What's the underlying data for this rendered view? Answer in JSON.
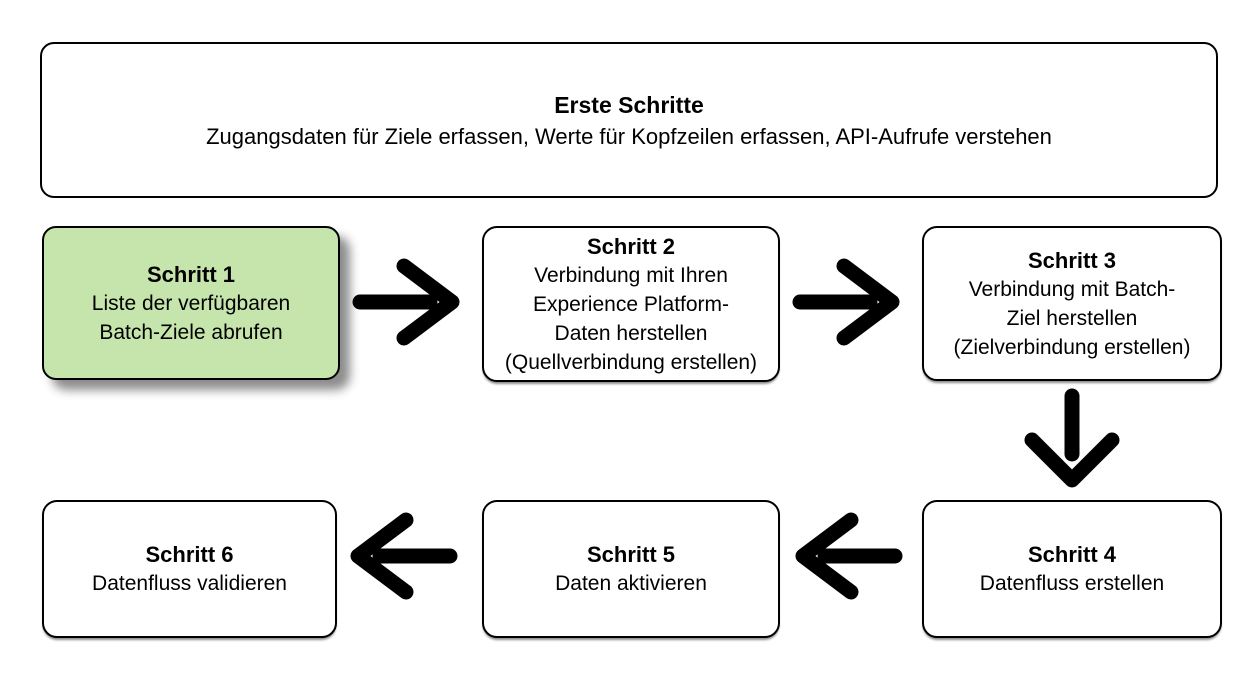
{
  "colors": {
    "highlight_green": "#c6e5ac",
    "box_border": "#000000",
    "arrow": "#000000",
    "background": "#ffffff"
  },
  "header_box": {
    "title": "Erste Schritte",
    "subtitle": "Zugangsdaten für Ziele erfassen, Werte für Kopfzeilen erfassen, API-Aufrufe verstehen"
  },
  "steps": [
    {
      "title": "Schritt 1",
      "highlighted": true,
      "lines": [
        "Liste der verfügbaren",
        "Batch-Ziele abrufen"
      ]
    },
    {
      "title": "Schritt 2",
      "highlighted": false,
      "lines": [
        "Verbindung mit Ihren",
        "Experience Platform-",
        "Daten herstellen",
        "(Quellverbindung erstellen)"
      ]
    },
    {
      "title": "Schritt 3",
      "highlighted": false,
      "lines": [
        "Verbindung mit Batch-",
        "Ziel herstellen",
        "(Zielverbindung erstellen)"
      ]
    },
    {
      "title": "Schritt 4",
      "highlighted": false,
      "lines": [
        "Datenfluss erstellen"
      ]
    },
    {
      "title": "Schritt 5",
      "highlighted": false,
      "lines": [
        "Daten aktivieren"
      ]
    },
    {
      "title": "Schritt 6",
      "highlighted": false,
      "lines": [
        "Datenfluss validieren"
      ]
    }
  ],
  "arrows": [
    {
      "name": "arrow-step1-to-step2",
      "direction": "right"
    },
    {
      "name": "arrow-step2-to-step3",
      "direction": "right"
    },
    {
      "name": "arrow-step3-to-step4",
      "direction": "down"
    },
    {
      "name": "arrow-step4-to-step5",
      "direction": "left"
    },
    {
      "name": "arrow-step5-to-step6",
      "direction": "left"
    }
  ]
}
